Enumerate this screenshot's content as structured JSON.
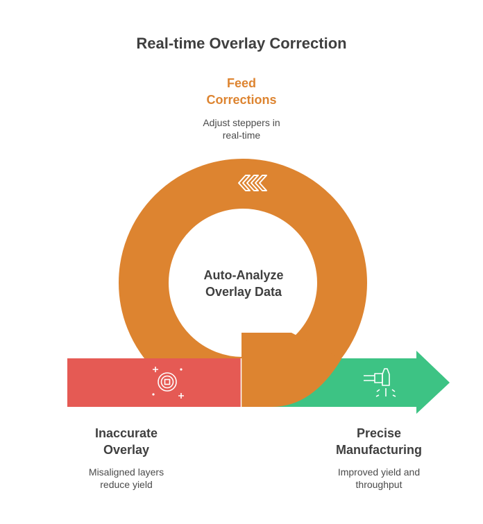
{
  "title": "Real-time Overlay Correction",
  "feed": {
    "title_lines": [
      "Feed",
      "Corrections"
    ],
    "desc_lines": [
      "Adjust steppers in",
      "real-time"
    ],
    "icon": "double-chevron-left-icon"
  },
  "center": {
    "label_lines": [
      "Auto-Analyze",
      "Overlay Data"
    ]
  },
  "inaccurate": {
    "title_lines": [
      "Inaccurate",
      "Overlay"
    ],
    "desc_lines": [
      "Misaligned layers",
      "reduce yield"
    ],
    "icon": "target-sparkle-icon"
  },
  "precise": {
    "title_lines": [
      "Precise",
      "Manufacturing"
    ],
    "desc_lines": [
      "Improved yield and",
      "throughput"
    ],
    "icon": "laser-icon"
  },
  "colors": {
    "ring": "#dd8430",
    "red_bar": "#e55a54",
    "green_arrow": "#3dc384",
    "text_dark": "#3f3f3f",
    "text_orange": "#dd8430"
  }
}
